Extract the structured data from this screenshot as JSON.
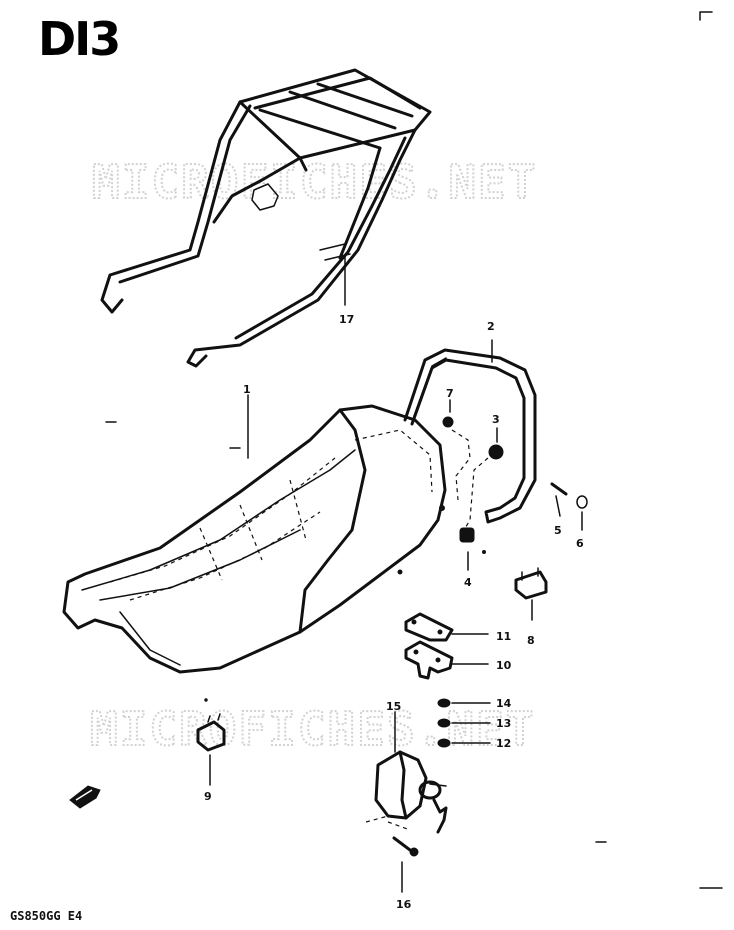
{
  "diagram": {
    "code": "DI3",
    "model": "GS850GG E4",
    "watermark": "MICROFICHES.NET",
    "callouts": [
      "1",
      "2",
      "3",
      "4",
      "5",
      "6",
      "7",
      "8",
      "9",
      "10",
      "11",
      "12",
      "13",
      "14",
      "15",
      "16",
      "17"
    ]
  }
}
